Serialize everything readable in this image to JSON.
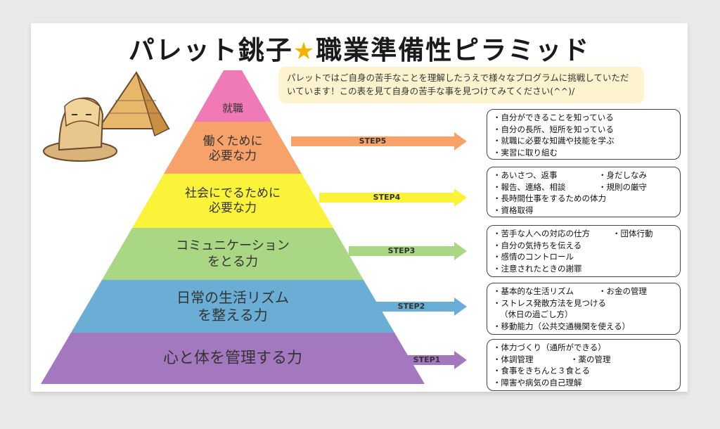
{
  "title": {
    "left": "パレット銚子",
    "star": "★",
    "right": "職業準備性ピラミッド"
  },
  "note": "パレットではご自身の苦手なことを理解したうえで様々なプログラムに挑戦していただいています！この表を見て自身の苦手な事を見つけてみてください(^^)/",
  "pyramid": [
    {
      "label": "就職",
      "color": "#f07ab5"
    },
    {
      "label": "働くために\n必要な力",
      "color": "#f6a26a"
    },
    {
      "label": "社会にでるために\n必要な力",
      "color": "#fbf23a"
    },
    {
      "label": "コミュニケーション\nをとる力",
      "color": "#a9d783"
    },
    {
      "label": "日常の生活リズム\nを整える力",
      "color": "#6aaed6"
    },
    {
      "label": "心と体を管理する力",
      "color": "#a478bf"
    }
  ],
  "steps": [
    {
      "label": "STEP5",
      "color": "#f6a26a",
      "items": [
        [
          "・自分ができることを知っている"
        ],
        [
          "・自分の長所、短所を知っている"
        ],
        [
          "・就職に必要な知識や技能を学ぶ"
        ],
        [
          "・実習に取り組む"
        ]
      ]
    },
    {
      "label": "STEP4",
      "color": "#fbf23a",
      "items": [
        [
          "・あいさつ、返事",
          "・身だしなみ"
        ],
        [
          "・報告、連絡、相談",
          "・規則の厳守"
        ],
        [
          "・長時間仕事をするための体力"
        ],
        [
          "・資格取得"
        ]
      ]
    },
    {
      "label": "STEP3",
      "color": "#a9d783",
      "items": [
        [
          "・苦手な人への対応の仕方",
          "・団体行動"
        ],
        [
          "・自分の気持ちを伝える"
        ],
        [
          "・感情のコントロール"
        ],
        [
          "・注意されたときの謝罪"
        ]
      ]
    },
    {
      "label": "STEP2",
      "color": "#6aaed6",
      "items": [
        [
          "・基本的な生活リズム",
          "・お金の管理"
        ],
        [
          "・ストレス発散方法を見つける"
        ],
        [
          "（休日の過ごし方）"
        ],
        [
          "・移動能力（公共交通機関を使える）"
        ]
      ]
    },
    {
      "label": "STEP1",
      "color": "#a478bf",
      "items": [
        [
          "・体力づくり（通所ができる）"
        ],
        [
          "・体調管理",
          "・薬の管理"
        ],
        [
          "・食事をきちんと３食とる"
        ],
        [
          "・障害や病気の自己理解"
        ]
      ]
    }
  ]
}
